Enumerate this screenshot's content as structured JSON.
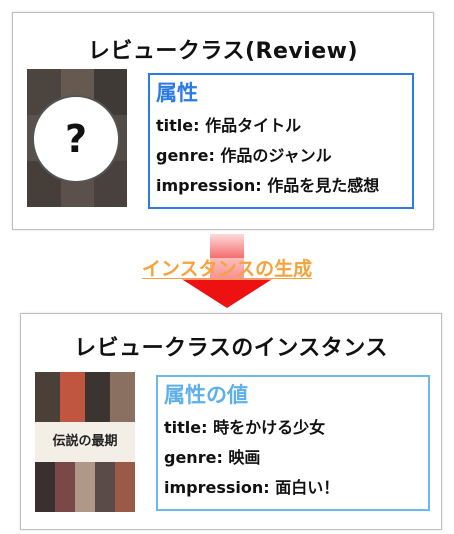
{
  "class_card": {
    "title": "レビュークラス(Review)",
    "placeholder_symbol": "?",
    "attr_heading": "属性",
    "attributes": [
      "title: 作品タイトル",
      "genre: 作品のジャンル",
      "impression: 作品を見た感想"
    ]
  },
  "arrow": {
    "label": "インスタンスの生成",
    "color": "#ee1111",
    "label_color": "#f7a23a"
  },
  "instance_card": {
    "title": "レビュークラスのインスタンス",
    "attr_heading": "属性の値",
    "values": [
      "title: 時をかける少女",
      "genre: 映画",
      "impression: 面白い！"
    ],
    "poster_title": "伝説の最期"
  },
  "colors": {
    "class_box_border": "#2b7be5",
    "instance_box_border": "#6cb9ef"
  }
}
